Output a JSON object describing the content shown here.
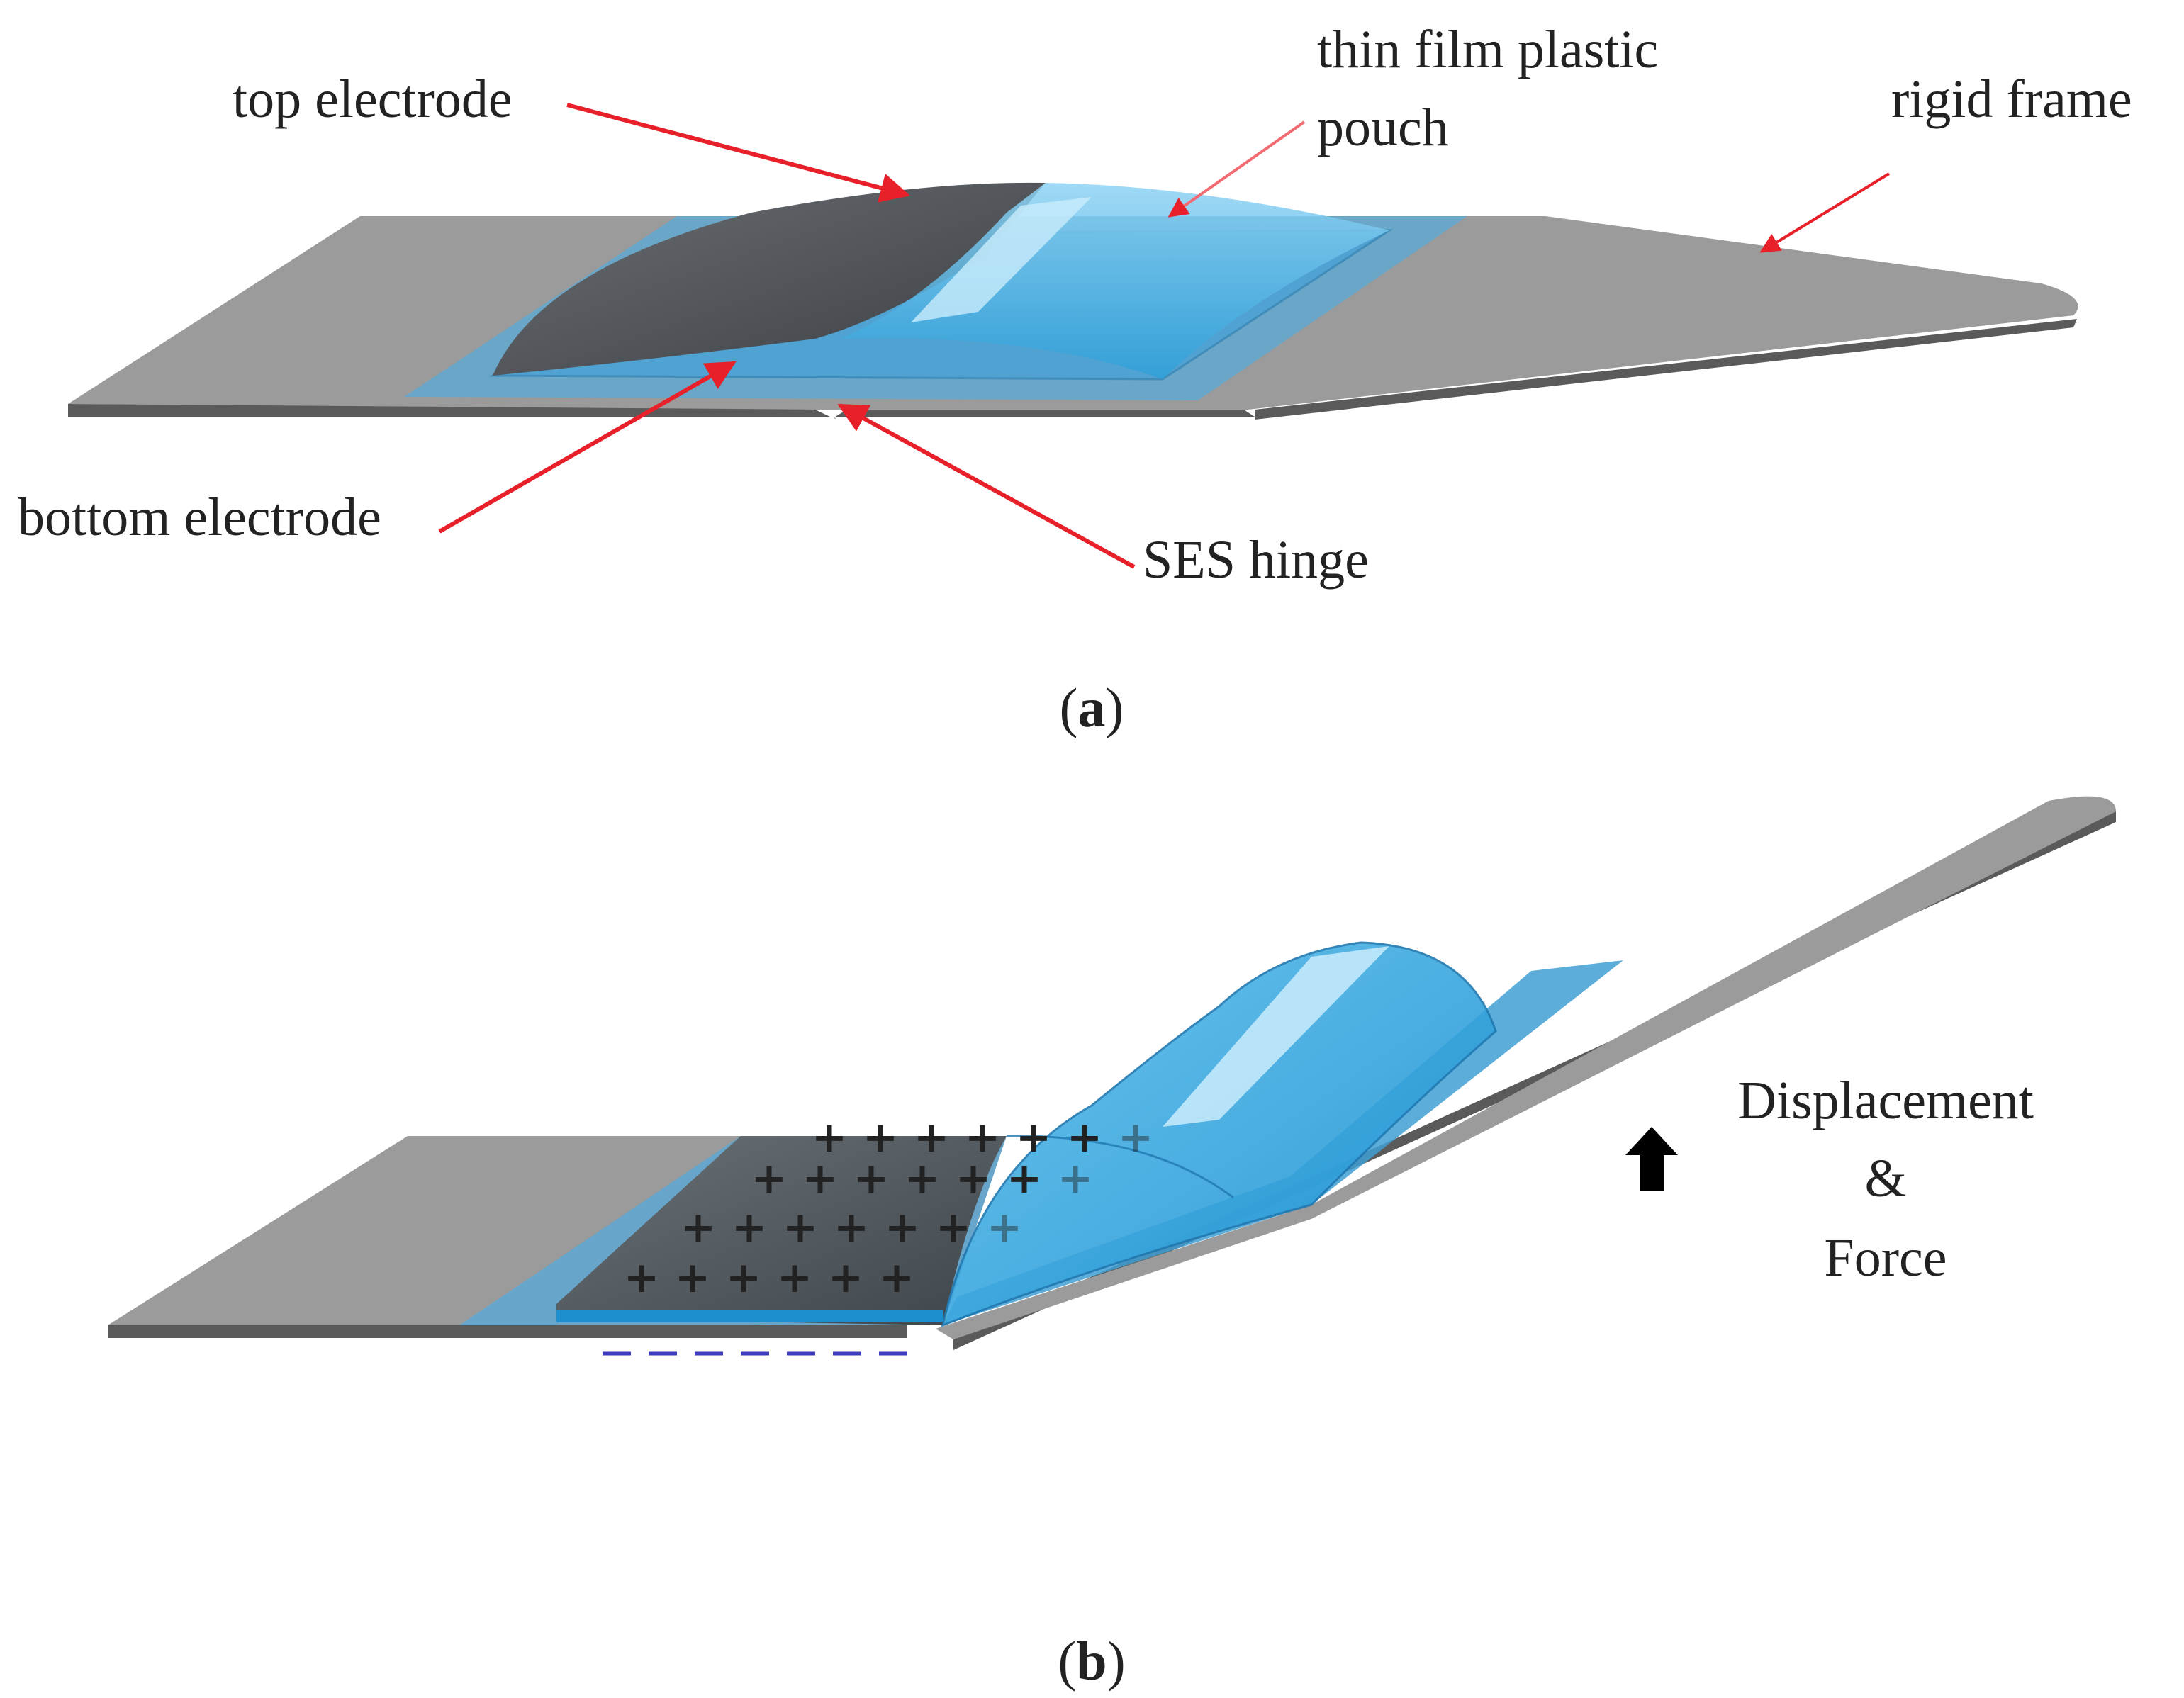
{
  "panel_a": {
    "labels": {
      "top_electrode": "top electrode",
      "pouch_line1": "thin film plastic",
      "pouch_line2": "pouch",
      "rigid_frame": "rigid frame",
      "bottom_electrode": "bottom electrode",
      "ses_hinge": "SES hinge"
    },
    "caption": {
      "open": "(",
      "letter": "a",
      "close": ")"
    }
  },
  "panel_b": {
    "labels": {
      "displacement_line1": "Displacement",
      "displacement_line2": "&",
      "displacement_line3": "Force"
    },
    "caption": {
      "open": "(",
      "letter": "b",
      "close": ")"
    },
    "charge_signs": {
      "positive": "+"
    }
  },
  "colors": {
    "frame_gray": "#9a9a9a",
    "frame_edge": "#5a5a5a",
    "electrode_dark": "#4e5256",
    "pouch_blue": "#3aa7df",
    "pouch_light": "#9ad8f5",
    "arrow_red": "#e8202a",
    "negative_charge": "#3d3dbd",
    "positive_charge": "#f03040"
  }
}
